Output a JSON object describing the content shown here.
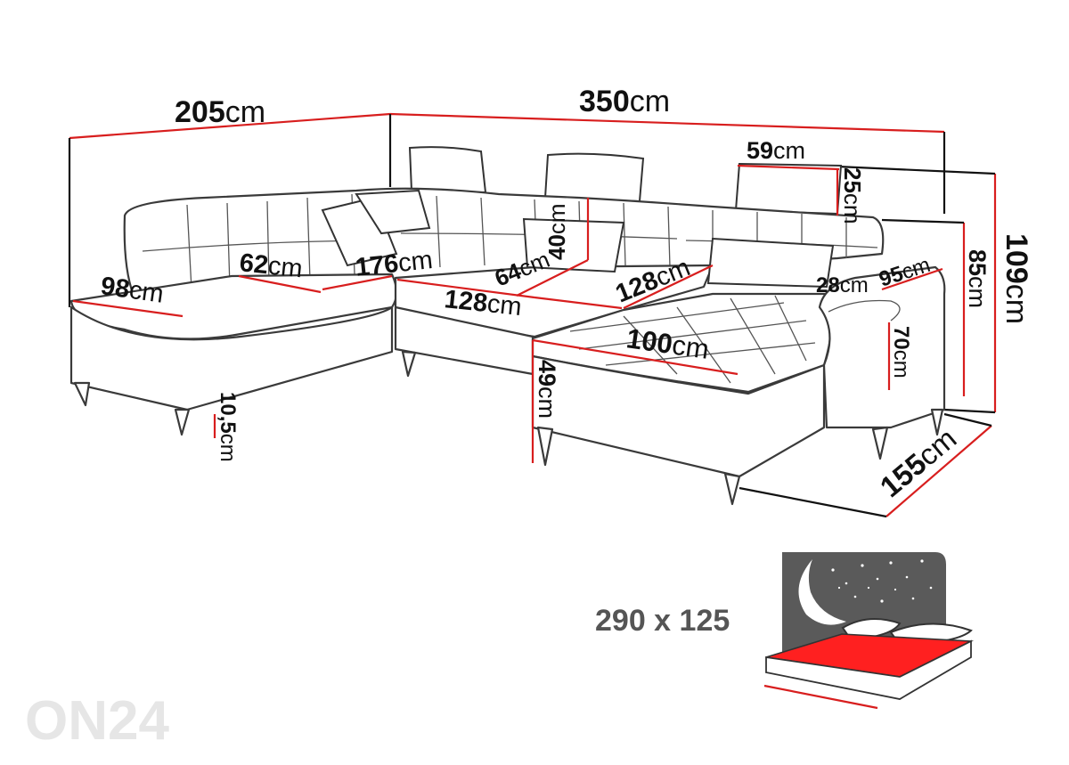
{
  "dimensions": {
    "total_left_width": {
      "value": "205",
      "unit": "cm"
    },
    "total_back_width": {
      "value": "350",
      "unit": "cm"
    },
    "headrest_width": {
      "value": "59",
      "unit": "cm"
    },
    "headrest_height": {
      "value": "25",
      "unit": "cm"
    },
    "total_height": {
      "value": "109",
      "unit": "cm"
    },
    "back_height": {
      "value": "85",
      "unit": "cm"
    },
    "left_seat_depth": {
      "value": "98",
      "unit": "cm"
    },
    "left_module_seat": {
      "value": "62",
      "unit": "cm"
    },
    "left_back_length": {
      "value": "176",
      "unit": "cm"
    },
    "back_cushion_height": {
      "value": "40",
      "unit": "cm"
    },
    "middle_seat_depth": {
      "value": "64",
      "unit": "cm"
    },
    "middle_seat_width": {
      "value": "128",
      "unit": "cm"
    },
    "middle_seat_width_2": {
      "value": "128",
      "unit": "cm"
    },
    "armrest_width": {
      "value": "28",
      "unit": "cm"
    },
    "armrest_length": {
      "value": "95",
      "unit": "cm"
    },
    "chaise_width": {
      "value": "100",
      "unit": "cm"
    },
    "armrest_height": {
      "value": "70",
      "unit": "cm"
    },
    "seat_height": {
      "value": "49",
      "unit": "cm"
    },
    "leg_height": {
      "value": "10,5",
      "unit": "cm"
    },
    "chaise_depth": {
      "value": "155",
      "unit": "cm"
    }
  },
  "sleeping_area": {
    "label": "290 x 125"
  },
  "watermark": "ON24"
}
